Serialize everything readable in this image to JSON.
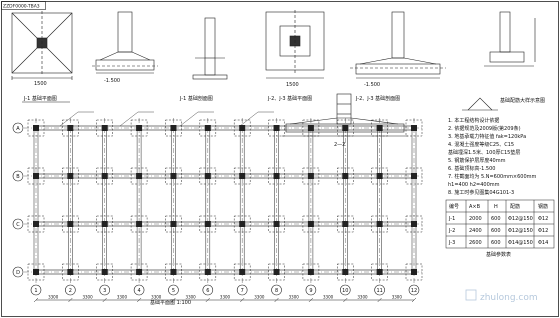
{
  "title_block": {
    "code": "ZZDF0000-TBA3"
  },
  "footings": {
    "labels": [
      "J-1 基础平面图",
      "J-1 基础剖面图",
      "J-2、J-3 基础平面图",
      "J-2、J-3 基础剖面图"
    ],
    "dims": [
      "1500",
      "1500",
      "-1.500",
      "-1.500"
    ]
  },
  "section_22": {
    "label": "2—2"
  },
  "legend": {
    "label": "基础配筋大样示意图"
  },
  "notes": {
    "lines": [
      "1. 本工程结构设计依据",
      "2. 依据规范及2009版(第209条)",
      "3. 地基承载力特征值 fak=120kPa",
      "4. 混凝土强度等级C25、C15",
      "基础埋深1.5米、100厚C15垫层",
      "5. 钢筋保护层厚度40mm",
      "6. 基础顶标高-1.500",
      "7. 柱截面均为 5.N=600mm×600mm",
      "h1=400 h2=400mm",
      "8. 施工时参见图集04G101-3"
    ],
    "table_headers": [
      "编号",
      "A×B",
      "H",
      "配筋",
      "钢筋"
    ],
    "table_rows": [
      [
        "J-1",
        "2000",
        "600",
        "Φ12@150",
        "Φ12"
      ],
      [
        "J-2",
        "2400",
        "600",
        "Φ12@150",
        "Φ12"
      ],
      [
        "J-3",
        "2600",
        "600",
        "Φ14@150",
        "Φ14"
      ]
    ],
    "table_caption": "基础参数表"
  },
  "plan": {
    "title": "基础平面图 1:100",
    "col_labels": [
      "1",
      "2",
      "3",
      "4",
      "5",
      "6",
      "7",
      "8",
      "9",
      "10",
      "11",
      "12"
    ],
    "row_labels": [
      "A",
      "B",
      "C",
      "D"
    ],
    "dims": [
      "3300",
      "3300",
      "3300",
      "3300",
      "3300",
      "3300",
      "3300",
      "3300",
      "3300",
      "3300",
      "3300"
    ]
  }
}
